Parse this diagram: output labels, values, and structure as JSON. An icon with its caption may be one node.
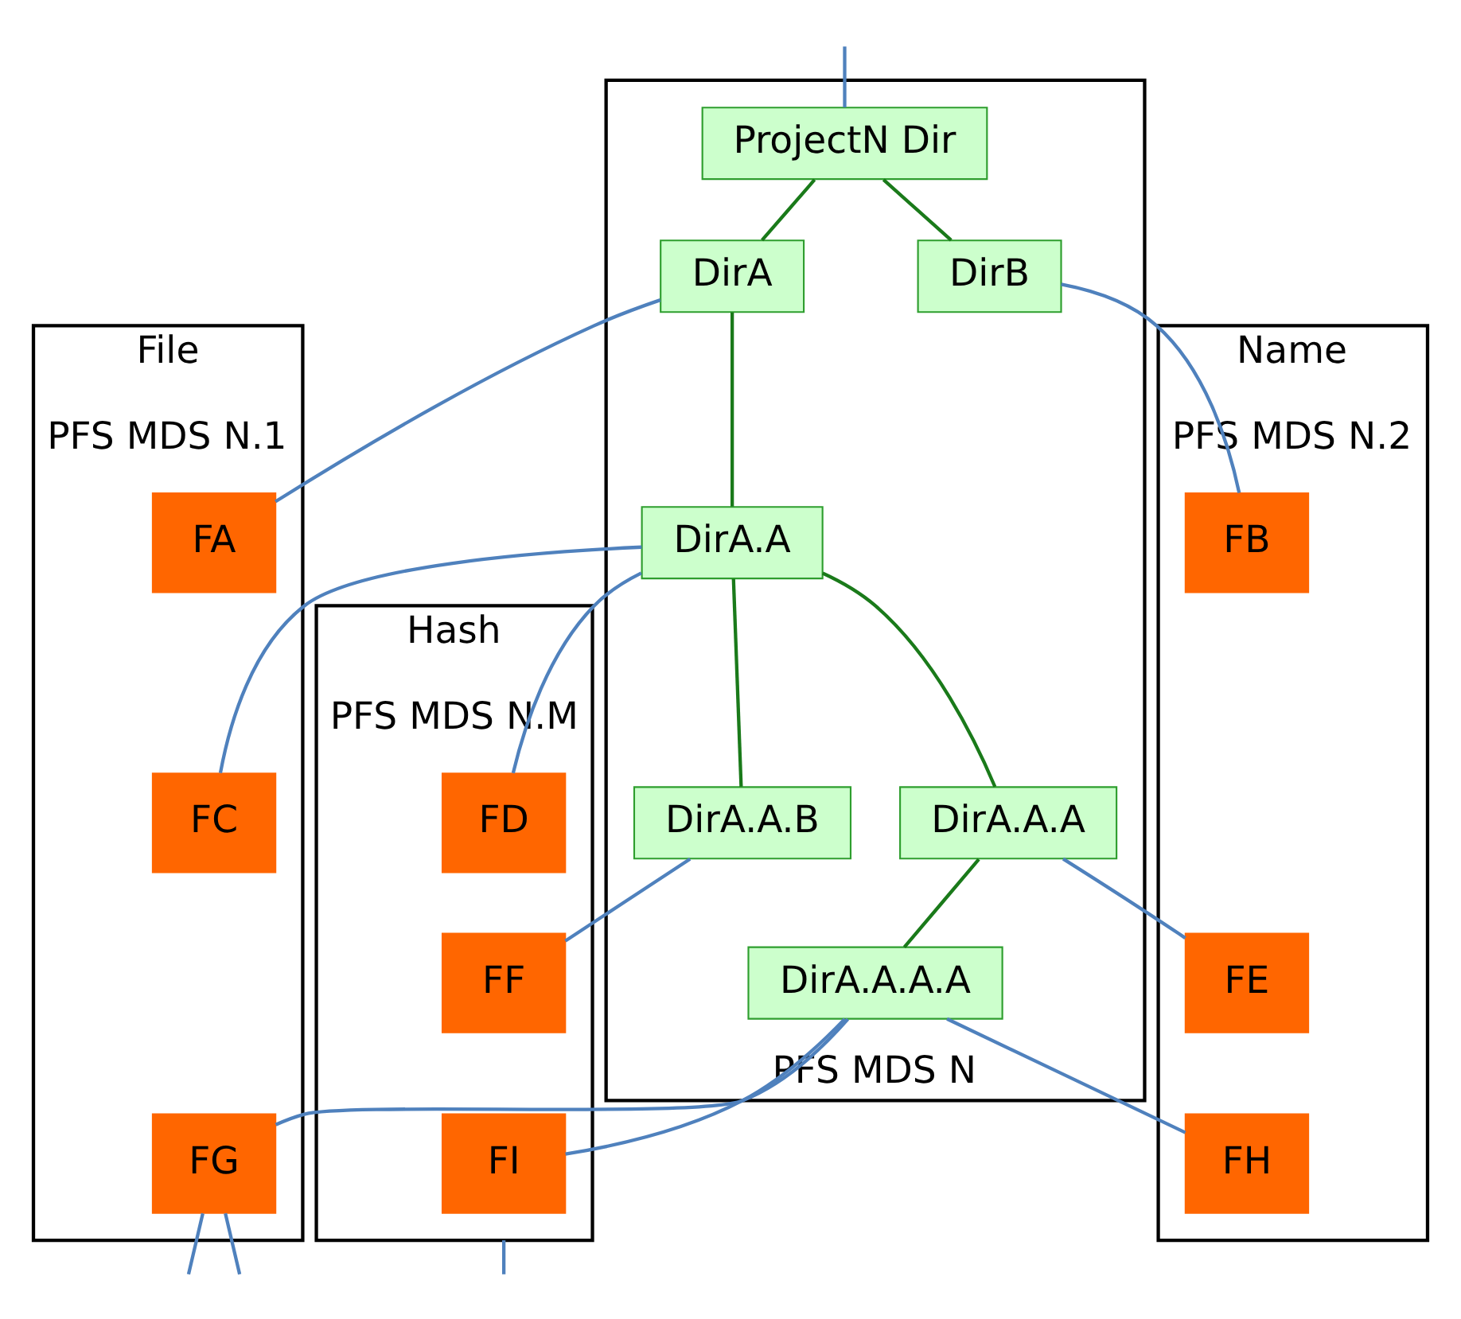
{
  "diagram": {
    "nodes": [
      {
        "text": [
          "PFS MDS N"
        ]
      },
      {
        "text": [
          "ProjectN Dir"
        ],
        "in": 0
      },
      {
        "text": [
          "DirA"
        ],
        "in": 0
      },
      {
        "text": [
          "DirB"
        ],
        "in": 0
      },
      {
        "text": [
          "DirA.A"
        ],
        "in": 0
      },
      {
        "text": [
          "DirA.A.A"
        ],
        "in": 0
      },
      {
        "text": [
          "DirA.A.B"
        ],
        "in": 0
      },
      {
        "text": [
          "DirA.A.A.A"
        ],
        "in": 0
      },
      {
        "text": [
          "File",
          "PFS MDS N.1"
        ]
      },
      {
        "text": [
          "FA"
        ],
        "in": 8
      },
      {
        "text": [
          "FC"
        ],
        "in": 8
      },
      {
        "text": [
          "FG"
        ],
        "in": 8
      },
      {
        "text": [
          "Name",
          "PFS MDS N.2"
        ]
      },
      {
        "text": [
          "FB"
        ],
        "in": 12
      },
      {
        "text": [
          "FE"
        ],
        "in": 12
      },
      {
        "text": [
          "FH"
        ],
        "in": 12
      },
      {
        "text": [
          "Hash",
          "PFS MDS N.M"
        ]
      },
      {
        "text": [
          "FD"
        ],
        "in": 16
      },
      {
        "text": [
          "FF"
        ],
        "in": 16
      },
      {
        "text": [
          "FI"
        ],
        "in": 16
      }
    ],
    "edges": [
      {
        "from": null,
        "to": 1,
        "arrow": "none"
      },
      {
        "from": 1,
        "to": 2,
        "arrow": "none",
        "color": "#1a7a1a"
      },
      {
        "from": 1,
        "to": 3,
        "arrow": "none",
        "color": "#1a7a1a"
      },
      {
        "from": 2,
        "to": 4,
        "arrow": "none",
        "color": "#1a7a1a"
      },
      {
        "from": 4,
        "to": 5,
        "arrow": "none",
        "color": "#1a7a1a"
      },
      {
        "from": 4,
        "to": 6,
        "arrow": "none",
        "color": "#1a7a1a"
      },
      {
        "from": 5,
        "to": 7,
        "arrow": "none",
        "color": "#1a7a1a"
      },
      {
        "from": 2,
        "to": 9,
        "arrow": "none"
      },
      {
        "from": 3,
        "to": 13,
        "arrow": "none"
      },
      {
        "from": 4,
        "to": 10,
        "arrow": "none"
      },
      {
        "from": 4,
        "to": 17,
        "arrow": "none"
      },
      {
        "from": 5,
        "to": 14,
        "arrow": "none"
      },
      {
        "from": 6,
        "to": 18,
        "arrow": "none"
      },
      {
        "from": 7,
        "to": 11,
        "arrow": "none"
      },
      {
        "from": 7,
        "to": 15,
        "arrow": "none"
      },
      {
        "from": 7,
        "to": 19,
        "arrow": "none"
      },
      {
        "from": 11,
        "to": null,
        "arrow": "none"
      },
      {
        "from": 11,
        "to": null,
        "arrow": "none"
      },
      {
        "from": 16,
        "to": null,
        "arrow": "none"
      }
    ]
  }
}
